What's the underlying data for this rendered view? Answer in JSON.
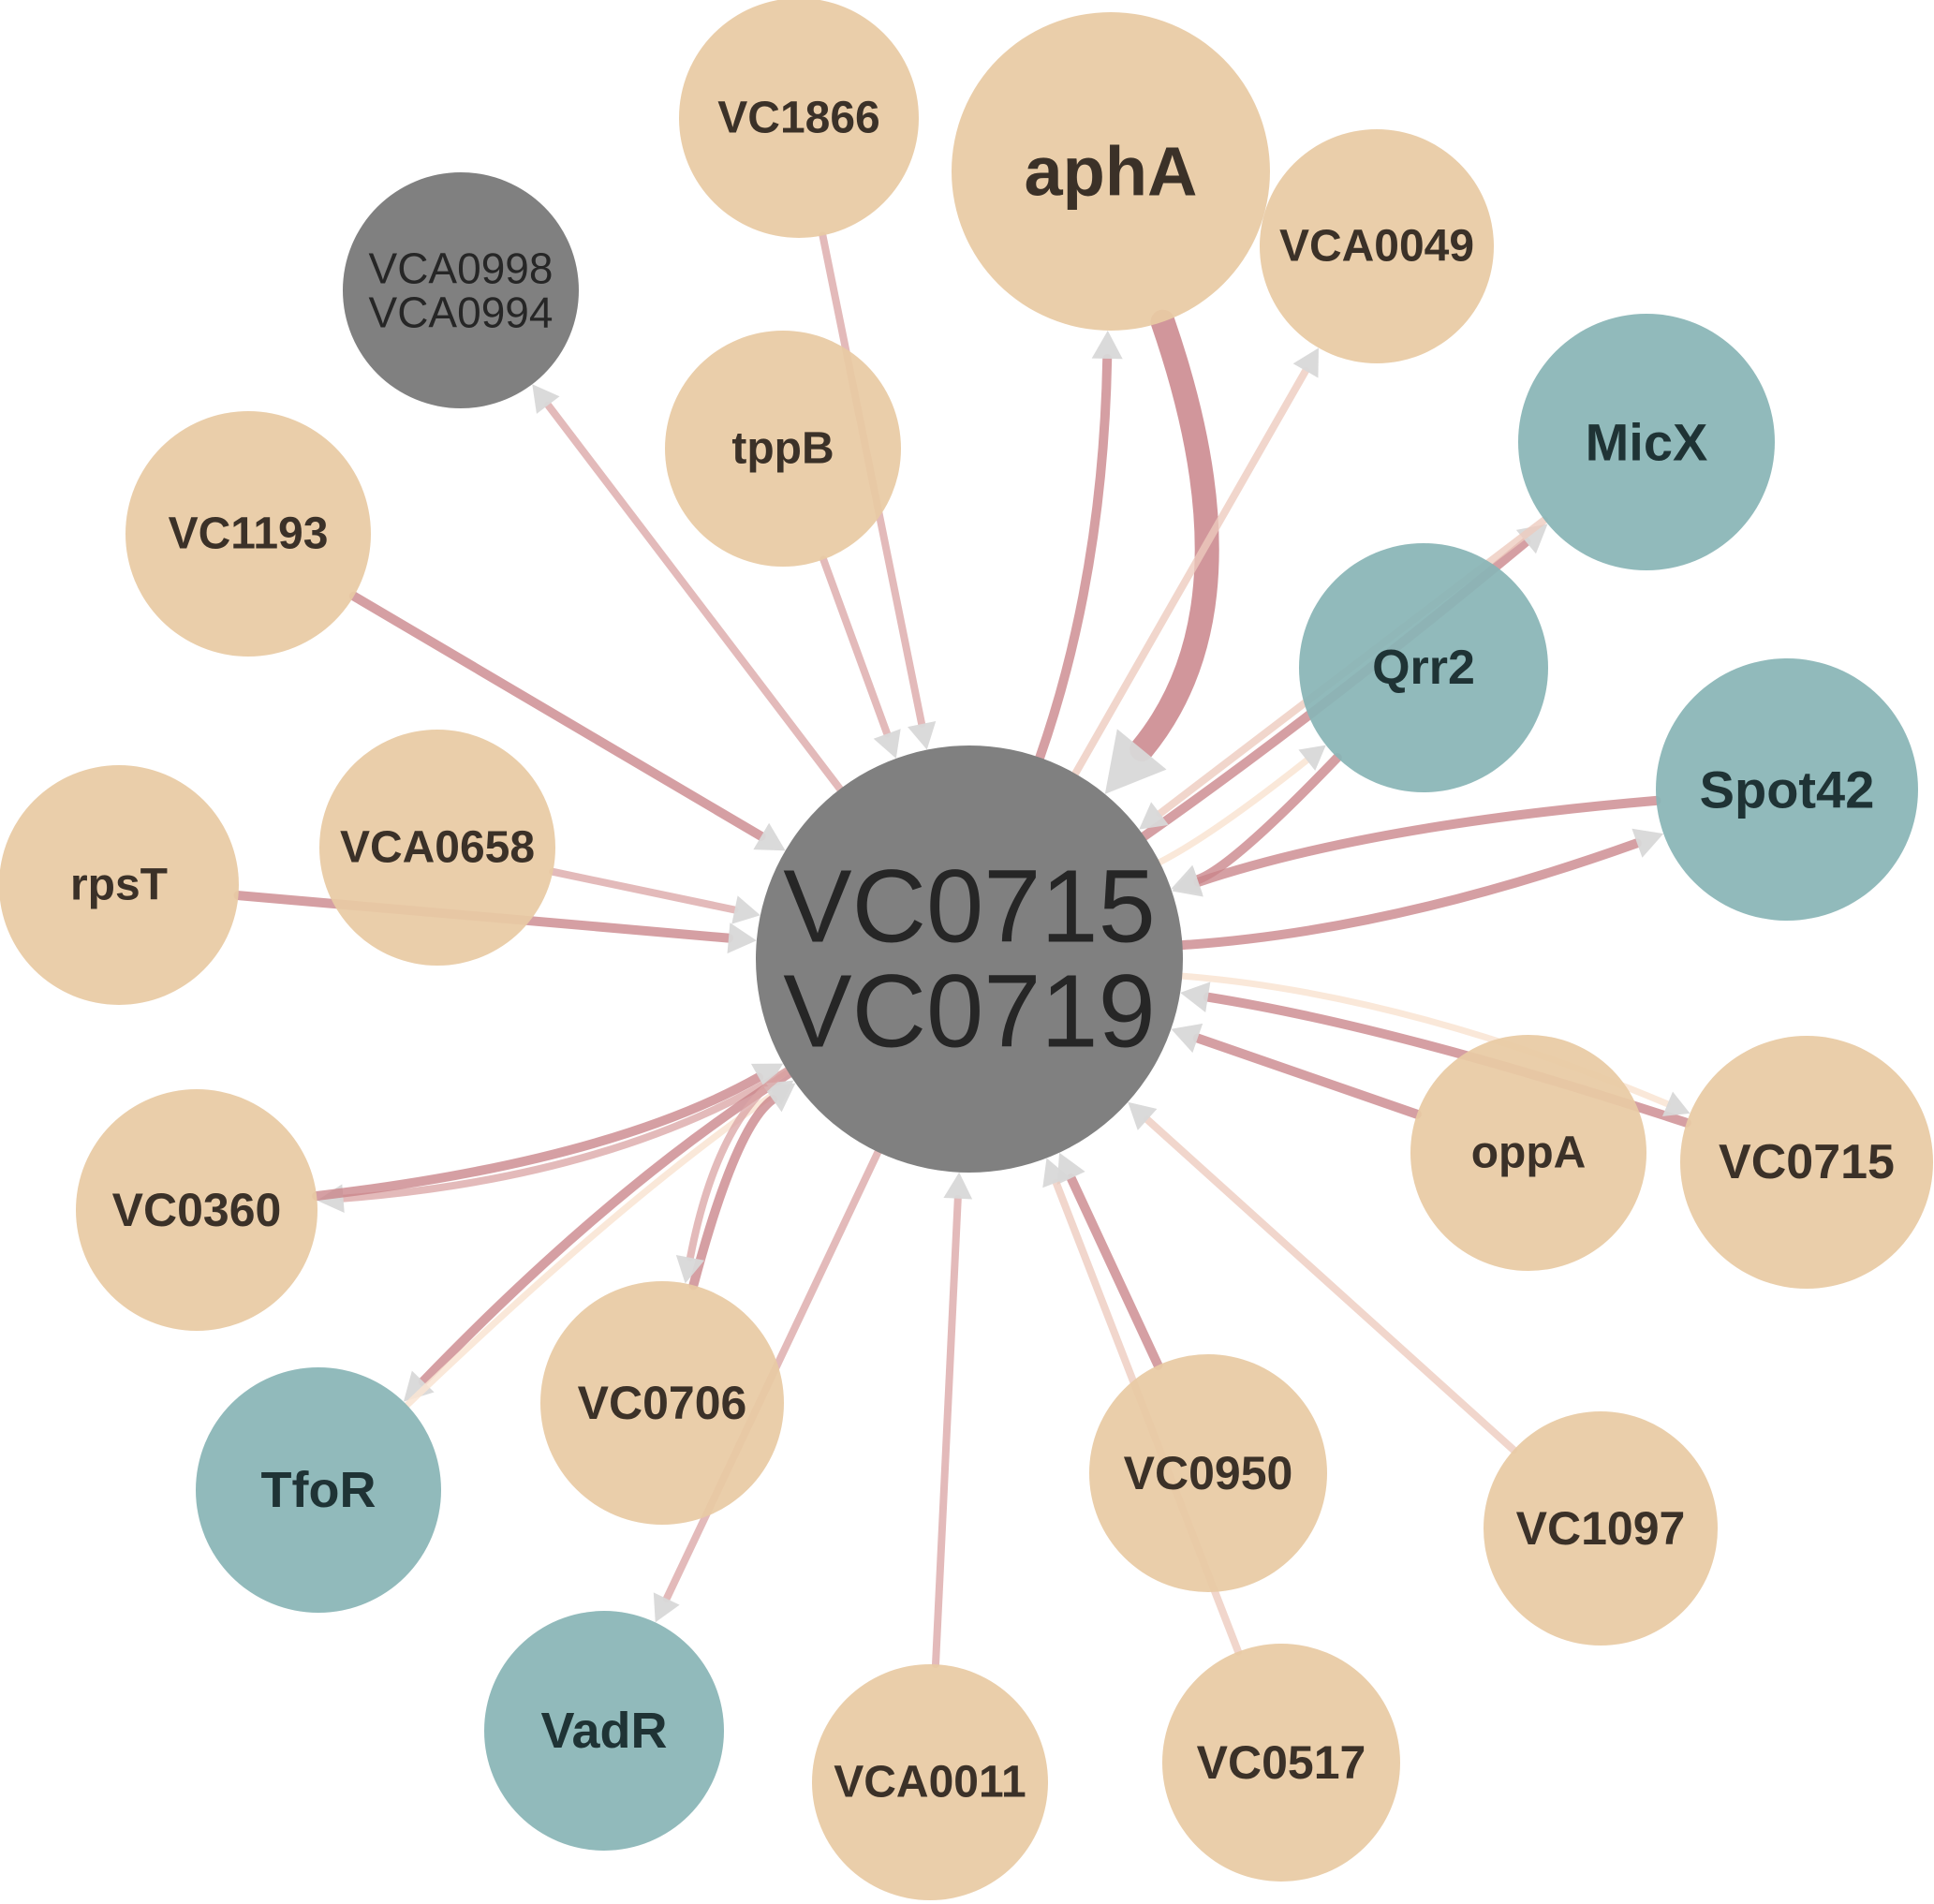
{
  "colors": {
    "gene": "#e8caa4",
    "srna": "#89b5b6",
    "gray_node": "#808080",
    "edge_strong": "#c98489",
    "edge_medium": "#dba7a6",
    "edge_light": "#edcbbe",
    "edge_faint": "#f9e4d2",
    "arrowhead": "#d8d8d8",
    "label_dark": "#3b3128",
    "label_teal": "#1f3335",
    "label_gray": "#262626"
  },
  "hub": {
    "lines": [
      "VC0715",
      "VC0719"
    ]
  },
  "nodes": [
    {
      "id": "vc1866",
      "label": "VC1866",
      "kind": "gene"
    },
    {
      "id": "apha",
      "label": "aphA",
      "kind": "gene"
    },
    {
      "id": "vca0049",
      "label": "VCA0049",
      "kind": "gene"
    },
    {
      "id": "vca0998",
      "lines": [
        "VCA0998",
        "VCA0994"
      ],
      "kind": "gray"
    },
    {
      "id": "tppb",
      "label": "tppB",
      "kind": "gene"
    },
    {
      "id": "micx",
      "label": "MicX",
      "kind": "srna"
    },
    {
      "id": "vc1193",
      "label": "VC1193",
      "kind": "gene"
    },
    {
      "id": "qrr2",
      "label": "Qrr2",
      "kind": "srna"
    },
    {
      "id": "spot42",
      "label": "Spot42",
      "kind": "srna"
    },
    {
      "id": "vca0658",
      "label": "VCA0658",
      "kind": "gene"
    },
    {
      "id": "rpst",
      "label": "rpsT",
      "kind": "gene"
    },
    {
      "id": "oppa",
      "label": "oppA",
      "kind": "gene"
    },
    {
      "id": "vc0715",
      "label": "VC0715",
      "kind": "gene"
    },
    {
      "id": "vc0360",
      "label": "VC0360",
      "kind": "gene"
    },
    {
      "id": "vc0706",
      "label": "VC0706",
      "kind": "gene"
    },
    {
      "id": "tfor",
      "label": "TfoR",
      "kind": "srna"
    },
    {
      "id": "vc0950",
      "label": "VC0950",
      "kind": "gene"
    },
    {
      "id": "vc1097",
      "label": "VC1097",
      "kind": "gene"
    },
    {
      "id": "vadr",
      "label": "VadR",
      "kind": "srna"
    },
    {
      "id": "vca0011",
      "label": "VCA0011",
      "kind": "gene"
    },
    {
      "id": "vc0517",
      "label": "VC0517",
      "kind": "gene"
    }
  ],
  "edges": [
    {
      "from": "apha",
      "to": "hub",
      "weight": "heavy"
    },
    {
      "from": "hub",
      "to": "apha",
      "weight": "strong"
    },
    {
      "from": "vc1866",
      "to": "hub",
      "weight": "medium"
    },
    {
      "from": "tppb",
      "to": "hub",
      "weight": "medium"
    },
    {
      "from": "hub",
      "to": "vca0998",
      "weight": "medium"
    },
    {
      "from": "hub",
      "to": "vca0049",
      "weight": "light"
    },
    {
      "from": "vc1193",
      "to": "hub",
      "weight": "strong"
    },
    {
      "from": "hub",
      "to": "micx",
      "weight": "strong"
    },
    {
      "from": "micx",
      "to": "hub",
      "weight": "light"
    },
    {
      "from": "hub",
      "to": "qrr2",
      "weight": "faint"
    },
    {
      "from": "qrr2",
      "to": "hub",
      "weight": "strong"
    },
    {
      "from": "spot42",
      "to": "hub",
      "weight": "strong"
    },
    {
      "from": "hub",
      "to": "spot42",
      "weight": "strong"
    },
    {
      "from": "vca0658",
      "to": "hub",
      "weight": "medium"
    },
    {
      "from": "rpst",
      "to": "hub",
      "weight": "strong"
    },
    {
      "from": "oppa",
      "to": "hub",
      "weight": "strong"
    },
    {
      "from": "vc0715",
      "to": "hub",
      "weight": "strong"
    },
    {
      "from": "hub",
      "to": "vc0715",
      "weight": "faint"
    },
    {
      "from": "hub",
      "to": "vc0360",
      "weight": "medium"
    },
    {
      "from": "vc0360",
      "to": "hub",
      "weight": "strong"
    },
    {
      "from": "hub",
      "to": "tfor",
      "weight": "strong"
    },
    {
      "from": "tfor",
      "to": "hub",
      "weight": "faint"
    },
    {
      "from": "vc0706",
      "to": "hub",
      "weight": "strong"
    },
    {
      "from": "hub",
      "to": "vc0706",
      "weight": "medium"
    },
    {
      "from": "hub",
      "to": "vadr",
      "weight": "medium"
    },
    {
      "from": "vca0011",
      "to": "hub",
      "weight": "medium"
    },
    {
      "from": "vc0950",
      "to": "hub",
      "weight": "strong"
    },
    {
      "from": "vc0517",
      "to": "hub",
      "weight": "light"
    },
    {
      "from": "vc1097",
      "to": "hub",
      "weight": "light"
    }
  ]
}
